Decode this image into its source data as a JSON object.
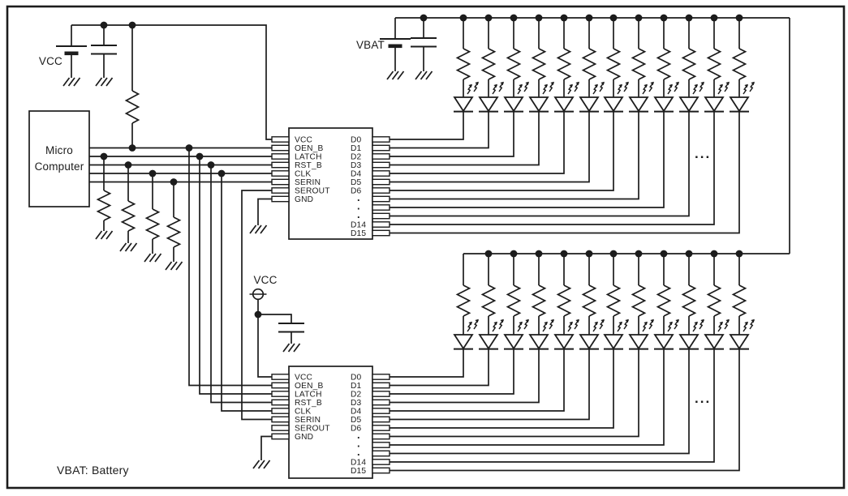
{
  "labels": {
    "vcc": "VCC",
    "vbat": "VBAT",
    "micro_line1": "Micro",
    "micro_line2": "Computer",
    "footnote": "VBAT: Battery",
    "ellipsis": "..."
  },
  "ic1": {
    "left_pins": [
      "VCC",
      "OEN_B",
      "LATCH",
      "RST_B",
      "CLK",
      "SERIN",
      "SEROUT",
      "GND"
    ],
    "right_pins": [
      "D0",
      "D1",
      "D2",
      "D3",
      "D4",
      "D5",
      "D6",
      ".",
      ".",
      ".",
      "D14",
      "D15"
    ]
  },
  "ic2": {
    "left_pins": [
      "VCC",
      "OEN_B",
      "LATCH",
      "RST_B",
      "CLK",
      "SERIN",
      "SEROUT",
      "GND"
    ],
    "right_pins": [
      "D0",
      "D1",
      "D2",
      "D3",
      "D4",
      "D5",
      "D6",
      ".",
      ".",
      ".",
      "D14",
      "D15"
    ]
  },
  "structure": {
    "led_banks": 2,
    "visible_led_columns_per_bank": 12
  },
  "colors": {
    "line": "#1c1c1c",
    "background": "#ffffff"
  }
}
